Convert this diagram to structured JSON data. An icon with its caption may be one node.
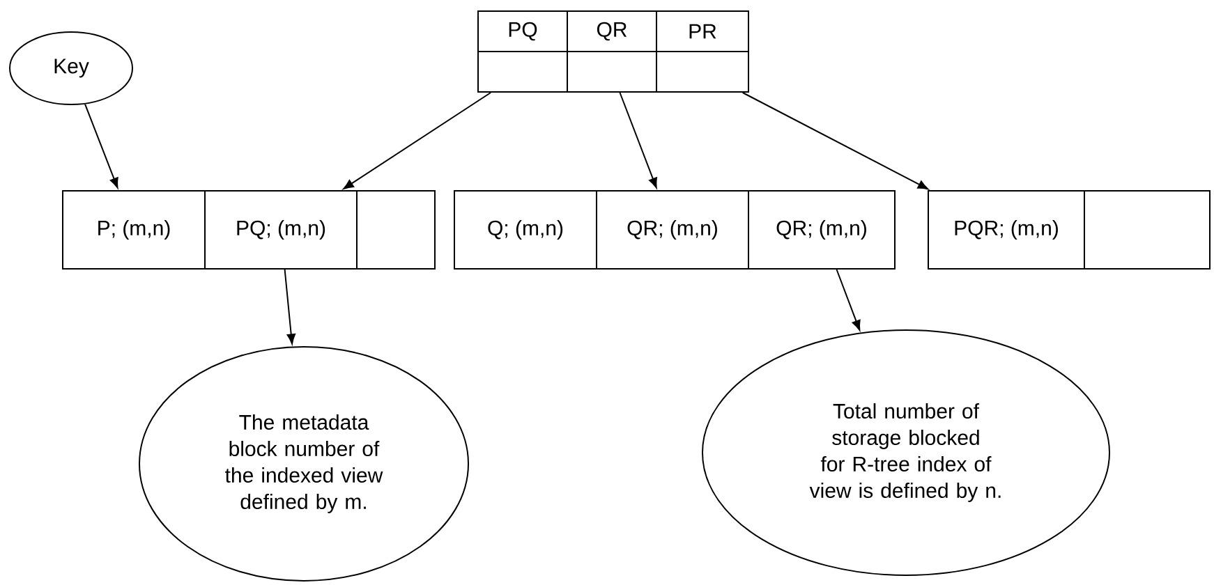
{
  "diagram": {
    "nodes": [
      {
        "text": [
          "Key"
        ]
      },
      {
        "text": [
          "PQ"
        ]
      },
      {
        "text": [
          "QR"
        ]
      },
      {
        "text": [
          "PR"
        ]
      },
      {
        "text": [],
        "shape": "box"
      },
      {
        "text": [],
        "shape": "box"
      },
      {
        "text": [],
        "shape": "box"
      },
      {
        "text": [
          "P; (m,n)"
        ]
      },
      {
        "text": [
          "PQ; (m,n)"
        ]
      },
      {
        "text": [],
        "shape": "box"
      },
      {
        "text": [
          "Q; (m,n)"
        ]
      },
      {
        "text": [
          "QR; (m,n)"
        ]
      },
      {
        "text": [
          "QR; (m,n)"
        ]
      },
      {
        "text": [
          "PQR; (m,n)"
        ]
      },
      {
        "text": [],
        "shape": "box"
      },
      {
        "text": [
          "The metadata block number of the indexed view defined by m."
        ]
      },
      {
        "text": [
          "Total number of storage blocked for R-tree index of view is defined by n."
        ]
      }
    ],
    "edges": [
      {
        "from": 0,
        "to": 7,
        "arrow": "to"
      },
      {
        "from": 4,
        "to": 8,
        "arrow": "to"
      },
      {
        "from": 5,
        "to": 11,
        "arrow": "to"
      },
      {
        "from": 6,
        "to": 13,
        "arrow": "to"
      },
      {
        "from": 8,
        "to": 15,
        "arrow": "to"
      },
      {
        "from": 12,
        "to": 16,
        "arrow": "to"
      }
    ]
  }
}
